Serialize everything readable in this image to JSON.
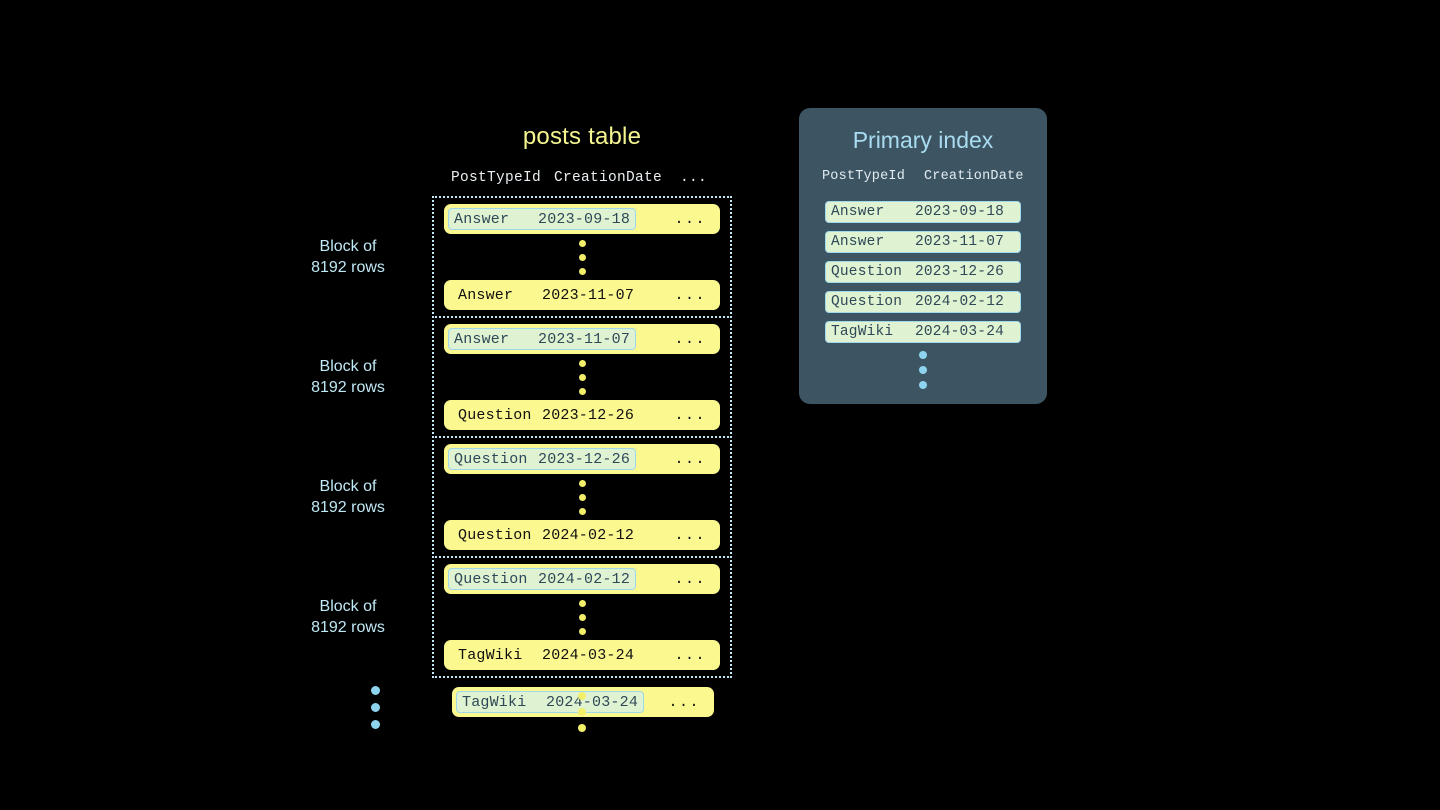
{
  "theme": {
    "background": "#000000",
    "row_fill": "#fbf88f",
    "key_fill": "#dff3d2",
    "key_border": "#9fd8ea",
    "key_text": "#2f4858",
    "row_text": "#101010",
    "block_border": "#bfe9f5",
    "accent_blue": "#bfe9f5",
    "accent_yellow": "#f4f58f",
    "panel_bg": "#3d5562",
    "panel_title": "#a9dcf0",
    "dot_yellow": "#f2ef6a",
    "dot_blue": "#8fd4ef"
  },
  "posts_table": {
    "title": "posts table",
    "columns": {
      "post_type_id": "PostTypeId",
      "creation_date": "CreationDate",
      "more": "..."
    },
    "ellipsis": "...",
    "block_label": "Block of\n8192 rows",
    "blocks": [
      {
        "label": "Block of\n8192 rows",
        "first_row": {
          "post_type_id": "Answer",
          "creation_date": "2023-09-18",
          "rest": "...",
          "is_key": true
        },
        "last_row": {
          "post_type_id": "Answer",
          "creation_date": "2023-11-07",
          "rest": "...",
          "is_key": false
        }
      },
      {
        "label": "Block of\n8192 rows",
        "first_row": {
          "post_type_id": "Answer",
          "creation_date": "2023-11-07",
          "rest": "...",
          "is_key": true
        },
        "last_row": {
          "post_type_id": "Question",
          "creation_date": "2023-12-26",
          "rest": "...",
          "is_key": false
        }
      },
      {
        "label": "Block of\n8192 rows",
        "first_row": {
          "post_type_id": "Question",
          "creation_date": "2023-12-26",
          "rest": "...",
          "is_key": true
        },
        "last_row": {
          "post_type_id": "Question",
          "creation_date": "2024-02-12",
          "rest": "...",
          "is_key": false
        }
      },
      {
        "label": "Block of\n8192 rows",
        "first_row": {
          "post_type_id": "Question",
          "creation_date": "2024-02-12",
          "rest": "...",
          "is_key": true
        },
        "last_row": {
          "post_type_id": "TagWiki",
          "creation_date": "2024-03-24",
          "rest": "...",
          "is_key": false
        }
      }
    ],
    "trailing_row": {
      "post_type_id": "TagWiki",
      "creation_date": "2024-03-24",
      "rest": "...",
      "is_key": true
    }
  },
  "primary_index": {
    "title": "Primary index",
    "columns": {
      "post_type_id": "PostTypeId",
      "creation_date": "CreationDate"
    },
    "rows": [
      {
        "post_type_id": "Answer",
        "creation_date": "2023-09-18"
      },
      {
        "post_type_id": "Answer",
        "creation_date": "2023-11-07"
      },
      {
        "post_type_id": "Question",
        "creation_date": "2023-12-26"
      },
      {
        "post_type_id": "Question",
        "creation_date": "2024-02-12"
      },
      {
        "post_type_id": "TagWiki",
        "creation_date": "2024-03-24"
      }
    ]
  }
}
